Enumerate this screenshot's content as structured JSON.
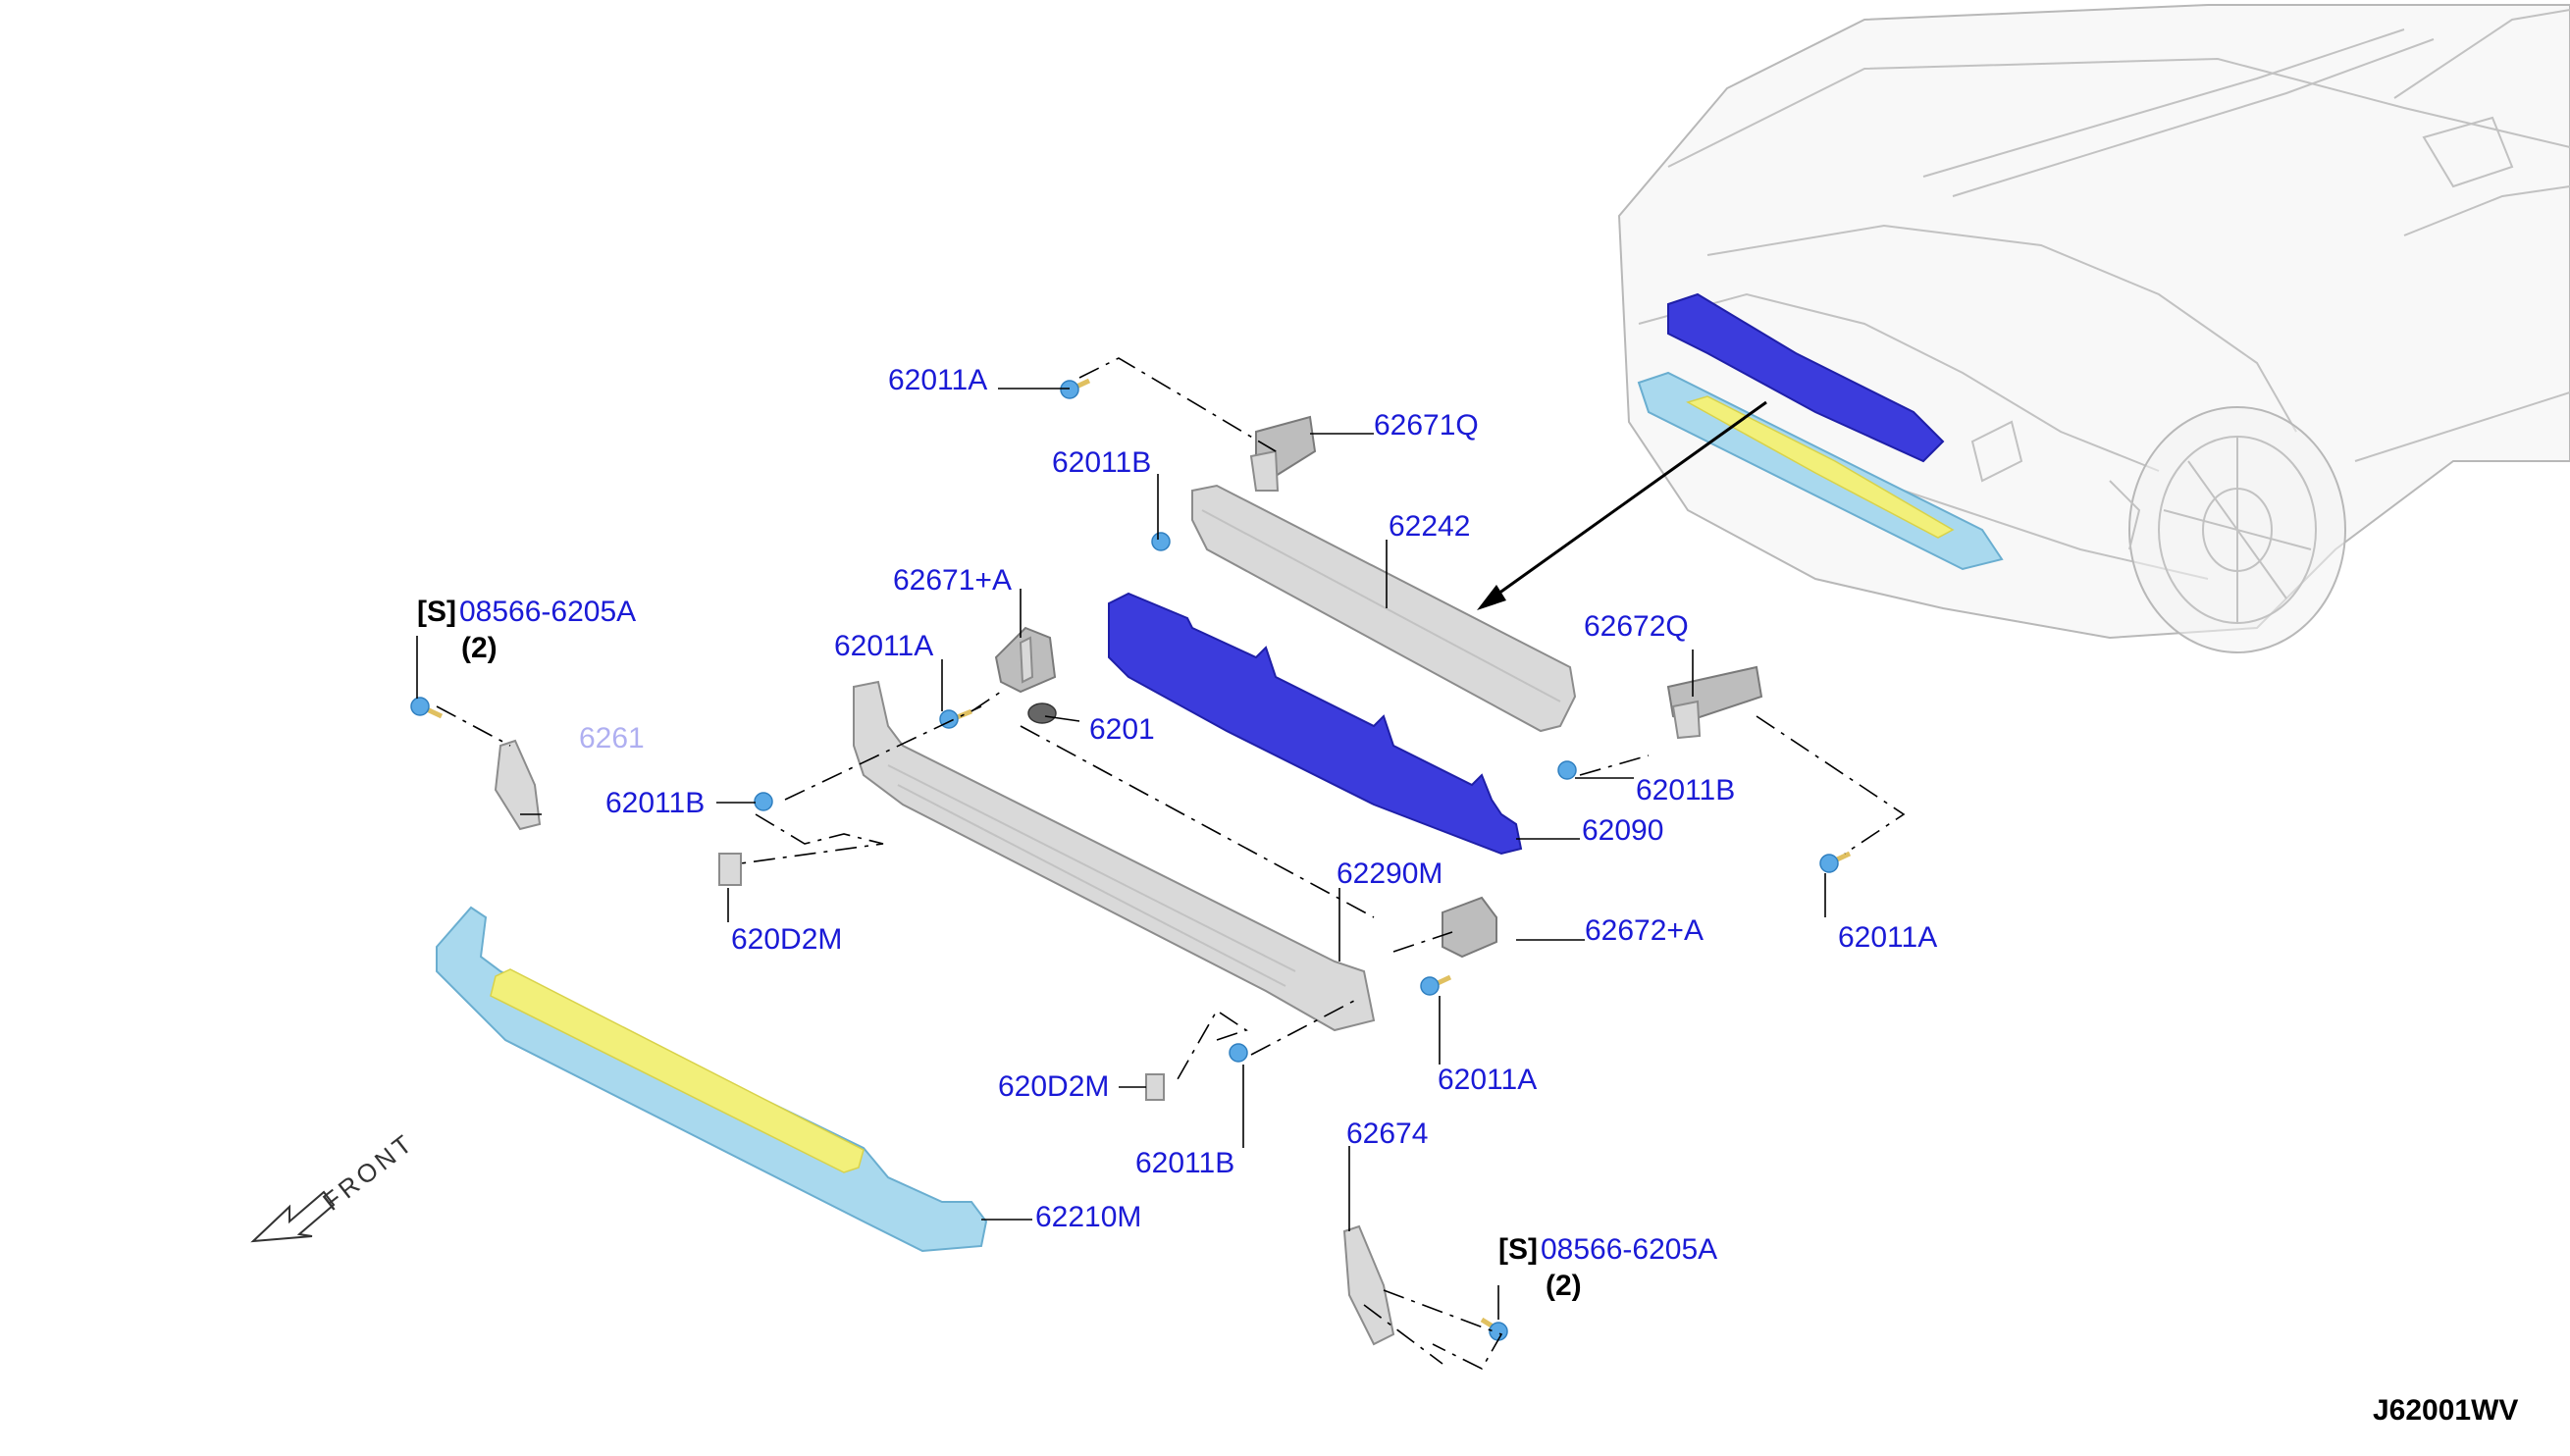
{
  "diagram_code": "J62001WV",
  "front_label": "FRONT",
  "parts": [
    {
      "id": "p1",
      "text": "62011A"
    },
    {
      "id": "p2",
      "text": "62671Q"
    },
    {
      "id": "p3",
      "text": "62011B"
    },
    {
      "id": "p4",
      "text": "62242"
    },
    {
      "id": "p5",
      "text": "62671+A"
    },
    {
      "id": "p6",
      "text": "62011A"
    },
    {
      "id": "p7",
      "text": "62672Q"
    },
    {
      "id": "p8",
      "text": "08566-6205A"
    },
    {
      "id": "p9",
      "text": "62011B"
    },
    {
      "id": "p10",
      "text": "62011B"
    },
    {
      "id": "p11",
      "text": "62090"
    },
    {
      "id": "p12",
      "text": "62011A"
    },
    {
      "id": "p13",
      "text": "620D2M"
    },
    {
      "id": "p14",
      "text": "62290M"
    },
    {
      "id": "p15",
      "text": "62672+A"
    },
    {
      "id": "p16",
      "text": "62011A"
    },
    {
      "id": "p17",
      "text": "620D2M"
    },
    {
      "id": "p18",
      "text": "62674"
    },
    {
      "id": "p19",
      "text": "62011B"
    },
    {
      "id": "p20",
      "text": "08566-6205A"
    },
    {
      "id": "p21",
      "text": "62210M"
    },
    {
      "id": "p22",
      "text": "6201"
    },
    {
      "id": "p23",
      "text": "6261"
    }
  ],
  "refs": {
    "s_mark": "[S]",
    "qty": "(2)"
  },
  "colors": {
    "label": "#1a1ad6",
    "part_blue": "#3b3bdc",
    "part_light_blue": "#a9d9ee",
    "part_yellow": "#f2f07a",
    "part_grey": "#d9d9d9"
  }
}
